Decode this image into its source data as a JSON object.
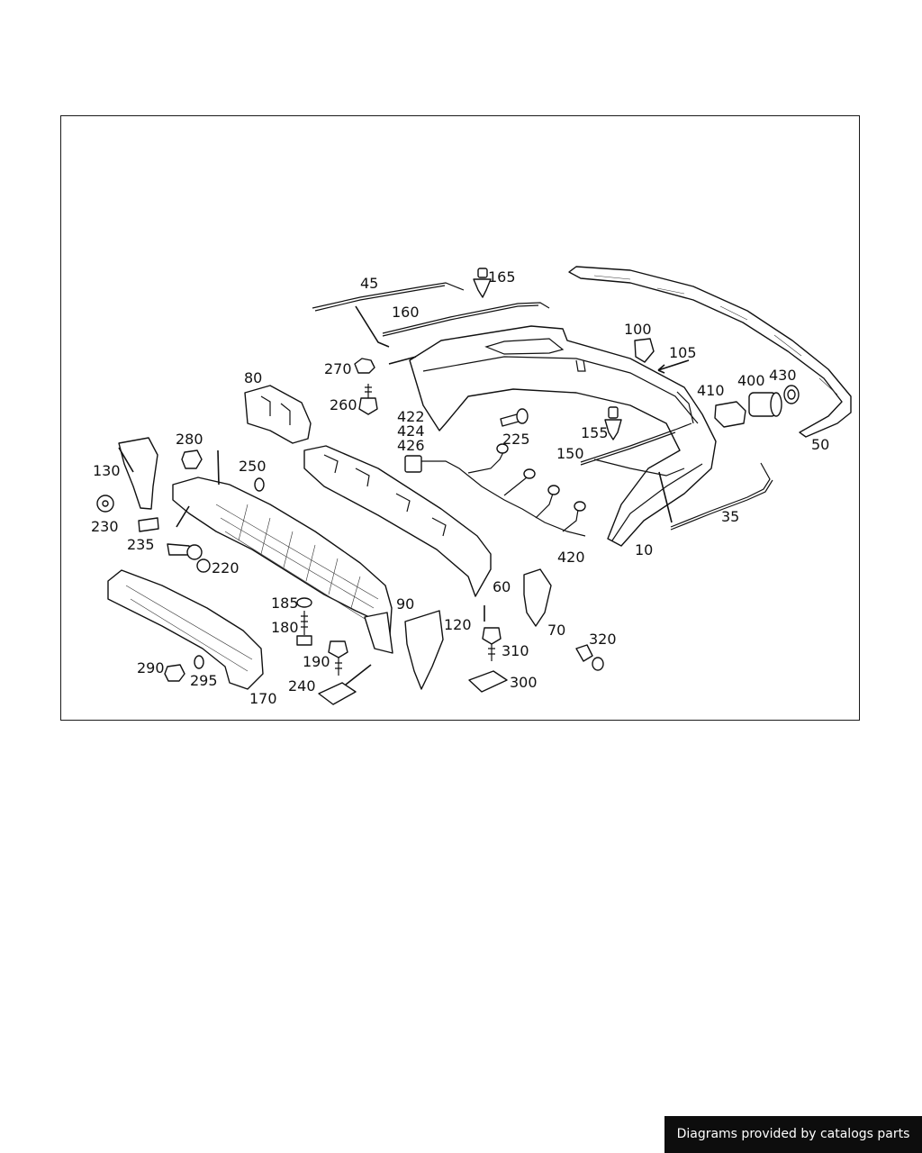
{
  "footer": {
    "credit": "Diagrams provided by catalogs parts"
  },
  "colors": {
    "line": "#111111",
    "background": "#ffffff",
    "banner_bg": "#0d0d0d",
    "banner_text": "#ffffff"
  },
  "callouts": {
    "c10": "10",
    "c35": "35",
    "c45": "45",
    "c50": "50",
    "c60": "60",
    "c70": "70",
    "c80": "80",
    "c90": "90",
    "c100": "100",
    "c105": "105",
    "c120": "120",
    "c130": "130",
    "c150": "150",
    "c155": "155",
    "c160": "160",
    "c165": "165",
    "c170": "170",
    "c180": "180",
    "c185": "185",
    "c190": "190",
    "c220": "220",
    "c225": "225",
    "c230": "230",
    "c235": "235",
    "c240": "240",
    "c250": "250",
    "c260": "260",
    "c270": "270",
    "c280": "280",
    "c290": "290",
    "c295": "295",
    "c300": "300",
    "c310": "310",
    "c320": "320",
    "c400": "400",
    "c410": "410",
    "c420": "420",
    "c422": "422",
    "c424": "424",
    "c426": "426",
    "c430": "430"
  }
}
